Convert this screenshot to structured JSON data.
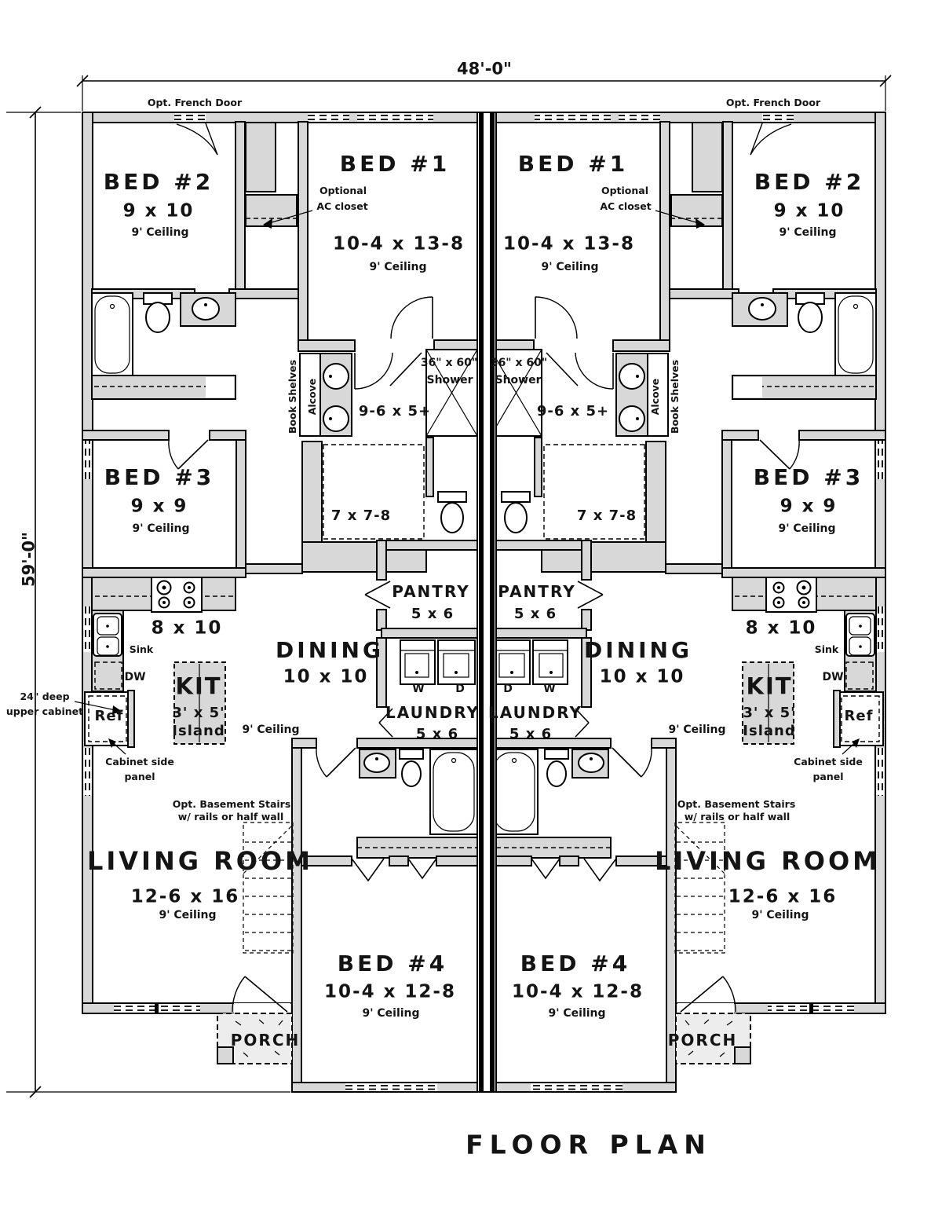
{
  "title": "FLOOR PLAN",
  "dims": {
    "width": "48'-0\"",
    "depth": "59'-0\""
  },
  "upper_cabinet_line1": "24\" deep",
  "upper_cabinet_line2": "upper cabinet",
  "units": [
    {
      "id": "left",
      "french_door": "Opt. French Door",
      "ac_closet_line1": "Optional",
      "ac_closet_line2": "AC closet",
      "bed1_name": "BED #1",
      "bed1_size": "10-4 x 13-8",
      "bed1_ceiling": "9' Ceiling",
      "bed2_name": "BED #2",
      "bed2_size": "9 x 10",
      "bed2_ceiling": "9' Ceiling",
      "bed3_name": "BED #3",
      "bed3_size": "9 x 9",
      "bed3_ceiling": "9' Ceiling",
      "bed4_name": "BED #4",
      "bed4_size": "10-4 x 12-8",
      "bed4_ceiling": "9' Ceiling",
      "living_name": "LIVING ROOM",
      "living_size": "12-6 x 16",
      "living_ceiling": "9' Ceiling",
      "dining_name": "DINING",
      "dining_size": "10 x 10",
      "area_ceiling": "9' Ceiling",
      "kitchen_size": "8 x 10",
      "sink": "Sink",
      "dw": "DW",
      "ref": "Ref",
      "kit": "KIT",
      "island_size": "3' x 5'",
      "island": "Island",
      "pantry_name": "PANTRY",
      "pantry_size": "5 x 6",
      "laundry_name": "LAUNDRY",
      "laundry_size": "5 x 6",
      "washer": "W",
      "dryer": "D",
      "bath_size": "9-6 x 5+",
      "shower_size": "36\" x 60\"",
      "shower": "Shower",
      "wc_size": "7 x 7-8",
      "book_shelves": "Book Shelves",
      "alcove": "Alcove",
      "cabinet_panel_line1": "Cabinet side",
      "cabinet_panel_line2": "panel",
      "basement_line1": "Opt. Basement Stairs",
      "basement_line2": "w/ rails or half wall",
      "porch": "PORCH"
    },
    {
      "id": "right",
      "french_door": "Opt. French Door",
      "ac_closet_line1": "Optional",
      "ac_closet_line2": "AC closet",
      "bed1_name": "BED #1",
      "bed1_size": "10-4 x 13-8",
      "bed1_ceiling": "9' Ceiling",
      "bed2_name": "BED #2",
      "bed2_size": "9 x 10",
      "bed2_ceiling": "9' Ceiling",
      "bed3_name": "BED #3",
      "bed3_size": "9 x 9",
      "bed3_ceiling": "9' Ceiling",
      "bed4_name": "BED #4",
      "bed4_size": "10-4 x 12-8",
      "bed4_ceiling": "9' Ceiling",
      "living_name": "LIVING ROOM",
      "living_size": "12-6 x 16",
      "living_ceiling": "9' Ceiling",
      "dining_name": "DINING",
      "dining_size": "10 x 10",
      "area_ceiling": "9' Ceiling",
      "kitchen_size": "8 x 10",
      "sink": "Sink",
      "dw": "DW",
      "ref": "Ref",
      "kit": "KIT",
      "island_size": "3' x 5'",
      "island": "Island",
      "pantry_name": "PANTRY",
      "pantry_size": "5 x 6",
      "laundry_name": "LAUNDRY",
      "laundry_size": "5 x 6",
      "washer": "W",
      "dryer": "D",
      "bath_size": "9-6 x 5+",
      "shower_size": "36\" x 60\"",
      "shower": "Shower",
      "wc_size": "7 x 7-8",
      "book_shelves": "Book Shelves",
      "alcove": "Alcove",
      "cabinet_panel_line1": "Cabinet side",
      "cabinet_panel_line2": "panel",
      "basement_line1": "Opt. Basement Stairs",
      "basement_line2": "w/ rails or half wall",
      "porch": "PORCH"
    }
  ]
}
